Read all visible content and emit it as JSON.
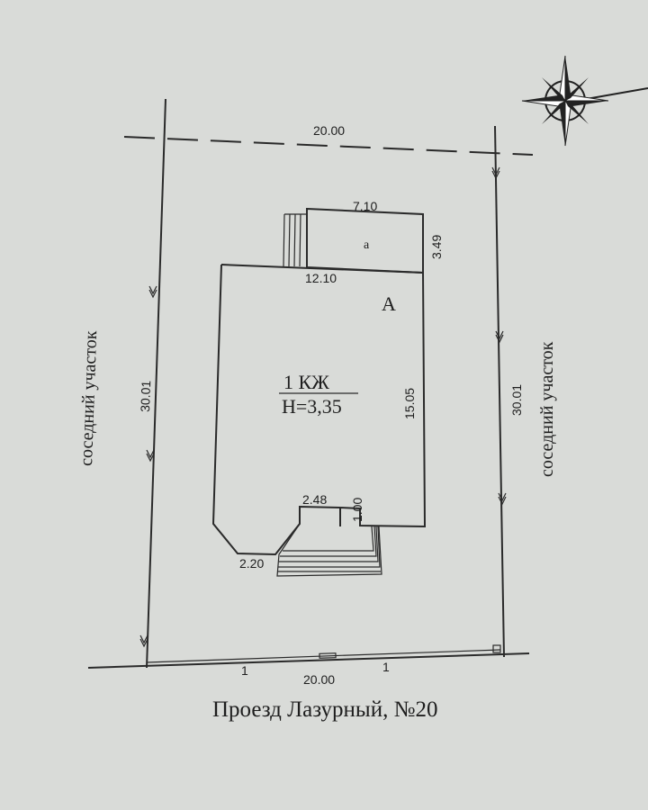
{
  "lot": {
    "top_width": "20.00",
    "bottom_width": "20.00",
    "left_depth": "30.01",
    "right_depth": "30.01",
    "bottom_tick_left": "1",
    "bottom_tick_right": "1",
    "neighbor_left": "соседний участок",
    "neighbor_right": "соседний участок",
    "street": "Проезд Лазурный, №20"
  },
  "building": {
    "label": "А",
    "floors_material": "1 КЖ",
    "height": "Н=3,35",
    "width": "12.10",
    "depth": "15.05",
    "corner_cut": "2.20",
    "entrance_width": "2.48",
    "entrance_depth": "1.00"
  },
  "annex": {
    "label": "а",
    "width": "7.10",
    "depth": "3.49"
  },
  "compass": {
    "icon": "compass-rose-icon"
  }
}
